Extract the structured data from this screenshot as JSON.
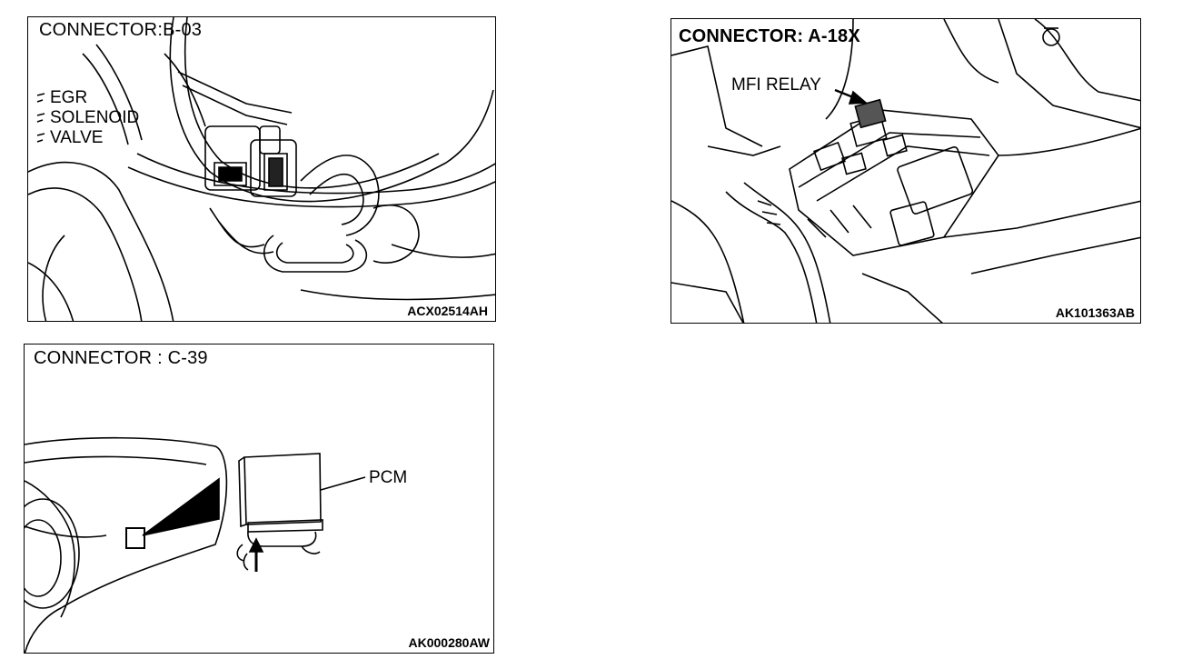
{
  "panels": [
    {
      "title": "CONNECTOR:B-03",
      "code": "ACX02514AH",
      "labels": [
        "EGR",
        "SOLENOID",
        "VALVE"
      ]
    },
    {
      "title": "CONNECTOR: A-18X",
      "code": "AK101363AB",
      "labels": [
        "MFI RELAY"
      ]
    },
    {
      "title": "CONNECTOR : C-39",
      "code": "AK000280AW",
      "labels": [
        "PCM"
      ]
    }
  ]
}
